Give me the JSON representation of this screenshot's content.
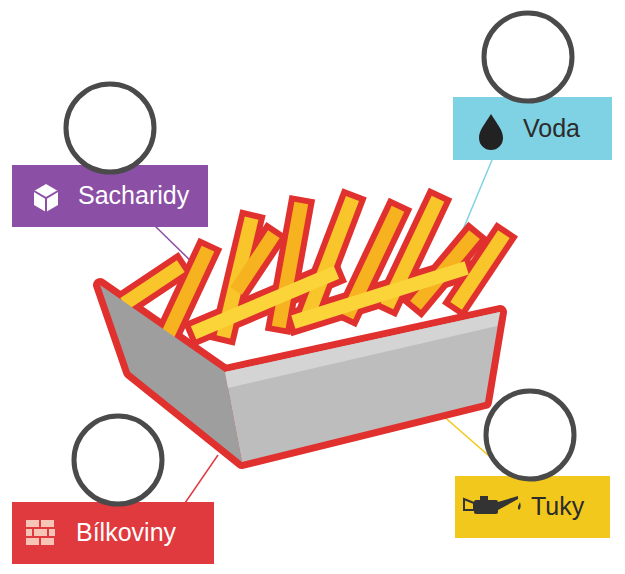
{
  "diagram": {
    "nodes": [
      {
        "text": [
          "Sacharidy"
        ]
      },
      {
        "text": [
          "Voda"
        ]
      },
      {
        "text": [
          "Bílkoviny"
        ]
      },
      {
        "text": [
          "Tuky"
        ]
      }
    ]
  }
}
